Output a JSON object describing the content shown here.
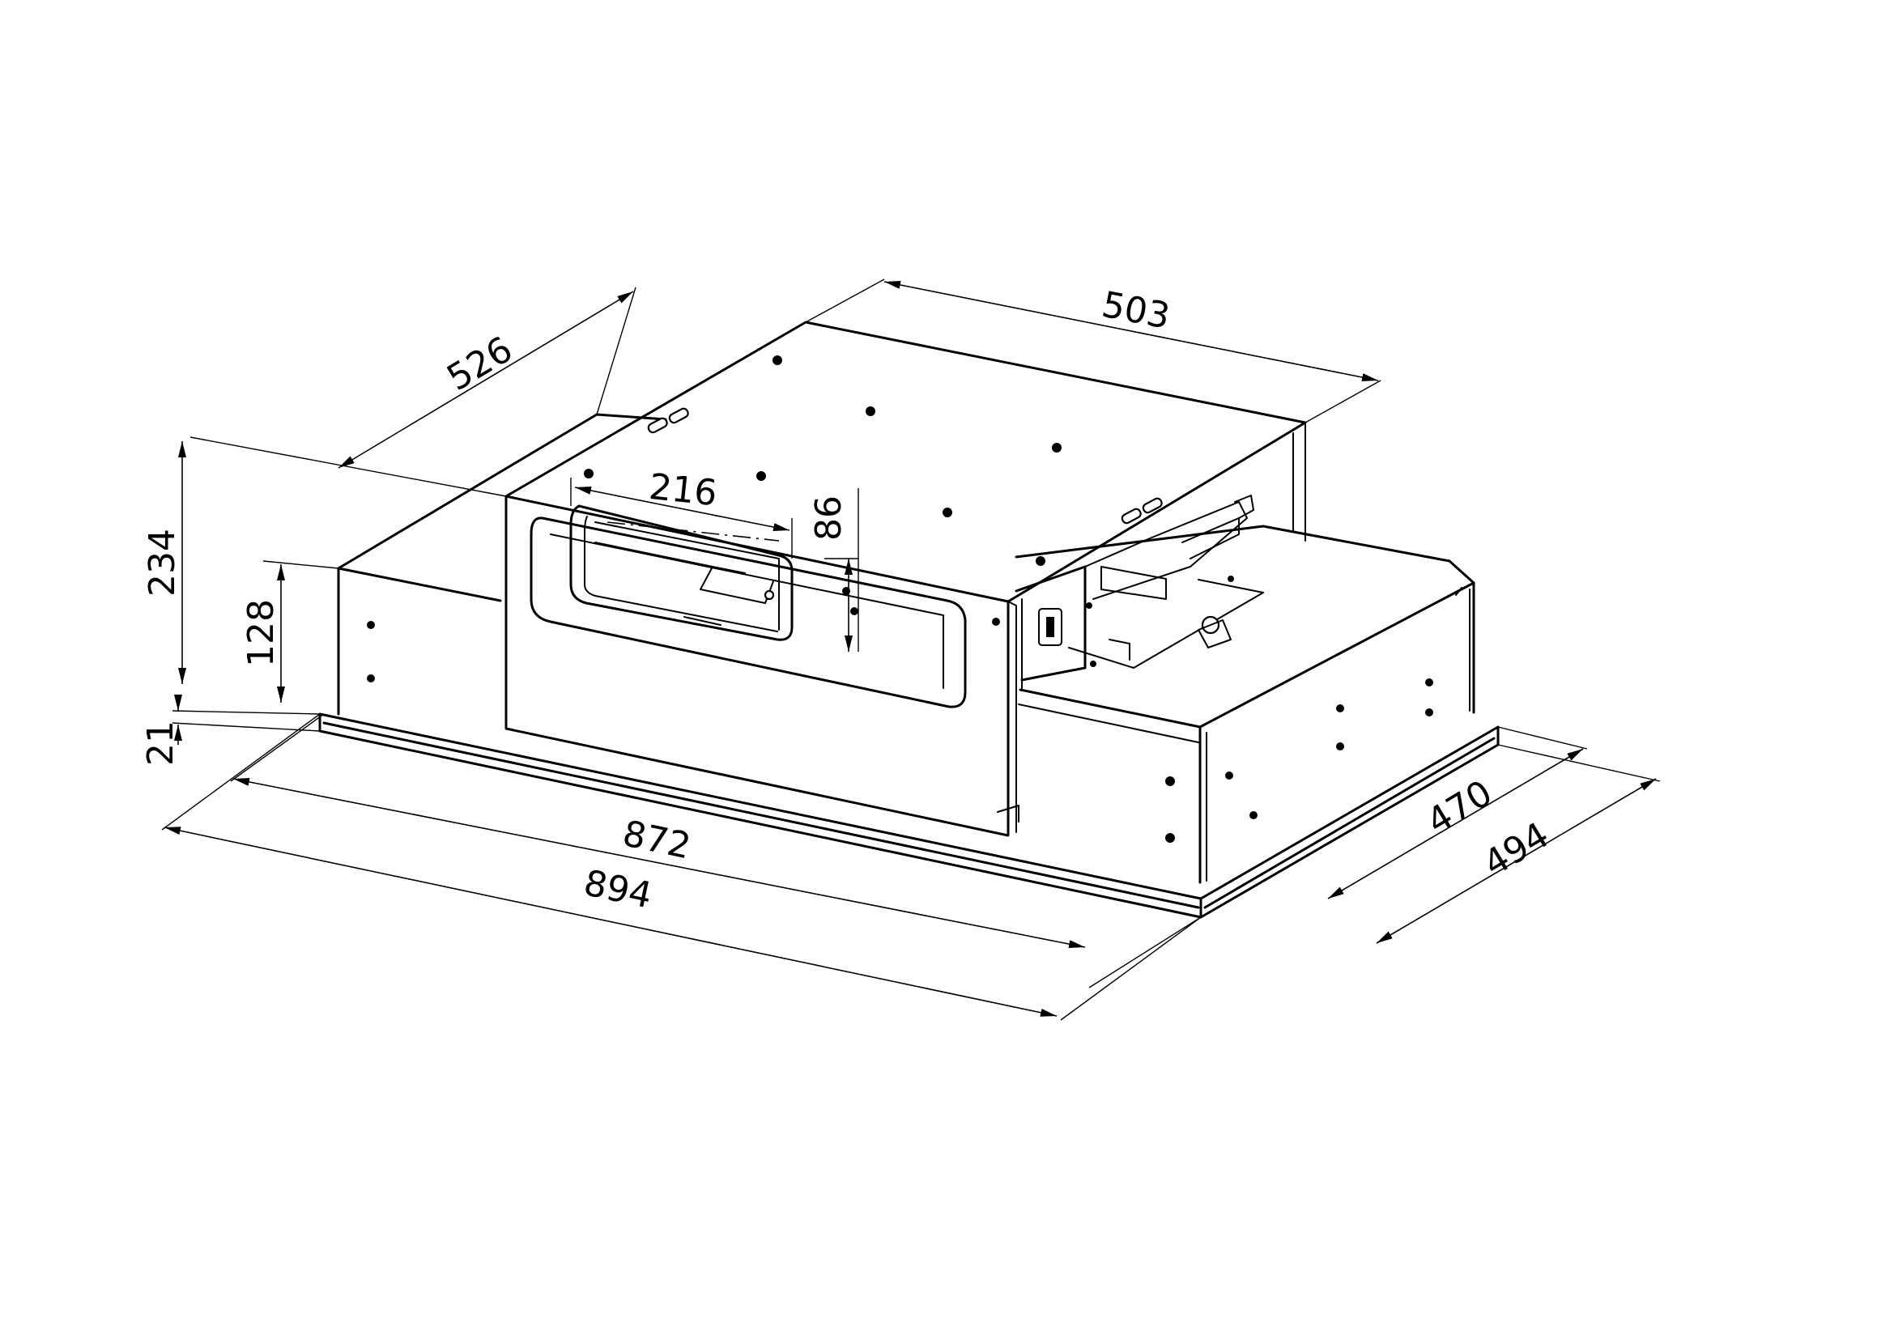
{
  "dimensions": {
    "overall_length": "894",
    "body_length": "872",
    "overall_depth": "494",
    "body_depth": "470",
    "top_width": "503",
    "top_depth": "526",
    "overall_height": "234",
    "body_height": "128",
    "frame_height": "21",
    "outlet_width": "216",
    "outlet_height": "86"
  }
}
